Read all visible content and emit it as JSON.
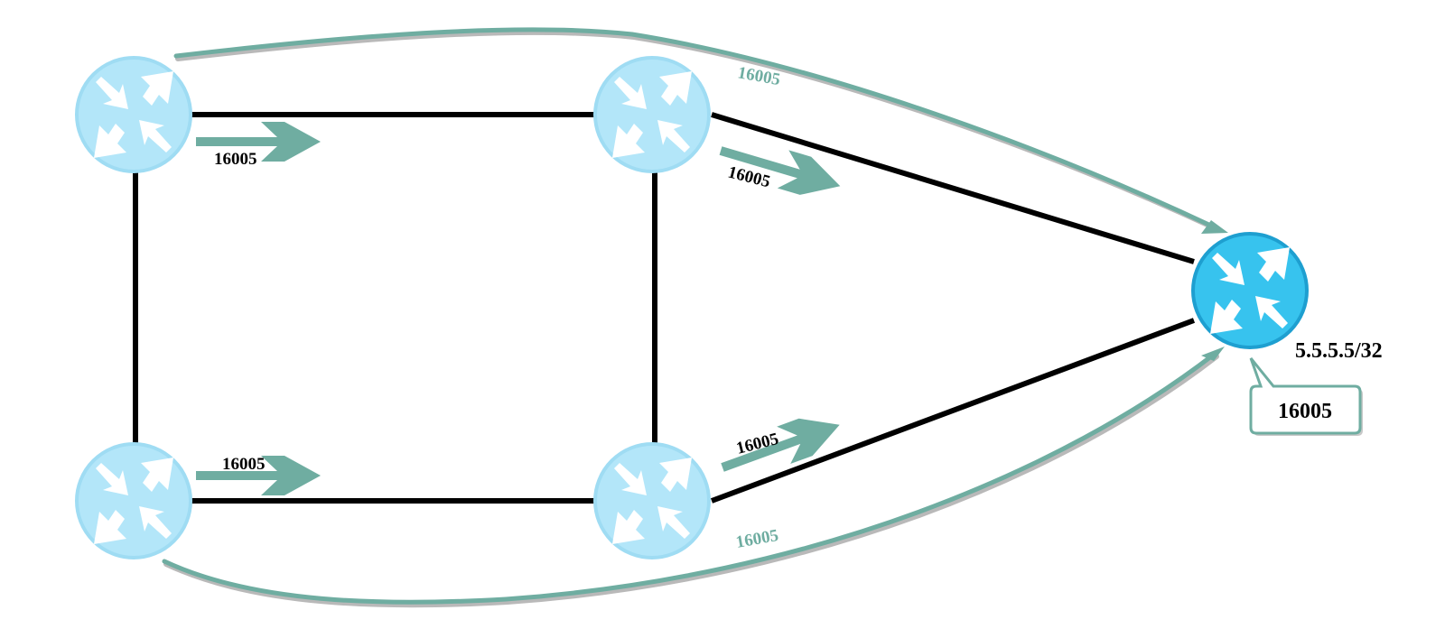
{
  "colors": {
    "router_light": "#b3e6f9",
    "router_light_ring": "#9fdcf3",
    "router_dest": "#37c3ee",
    "router_dest_ring": "#1e9fd0",
    "arrow": "#6fada1",
    "link": "#000000"
  },
  "nodes": {
    "r1": {
      "icon": "router-icon"
    },
    "r2": {
      "icon": "router-icon"
    },
    "r3": {
      "icon": "router-icon"
    },
    "r4": {
      "icon": "router-icon"
    },
    "r5": {
      "icon": "router-icon",
      "prefix": "5.5.5.5/32"
    }
  },
  "labels": {
    "r1_r2": "16005",
    "r2_r5": "16005",
    "r3_r4": "16005",
    "r4_r5": "16005",
    "top_curve": "16005",
    "bottom_curve": "16005"
  },
  "callout": {
    "sid": "16005"
  }
}
